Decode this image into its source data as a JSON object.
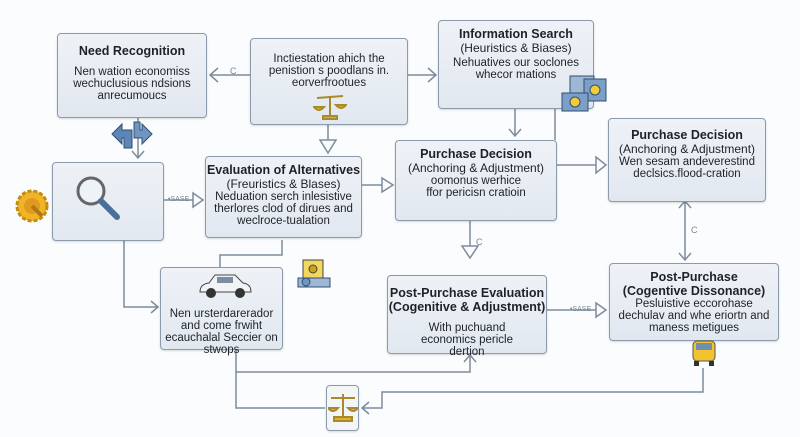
{
  "nodes": {
    "need_recognition": {
      "title": "Need Recognition",
      "body": "Nen wation economiss wechuclusious ndsions anrecumoucs"
    },
    "middle_top": {
      "body": "Inctiestation ahich the penistion s poodlans in. eorverfrootues"
    },
    "information_search": {
      "title": "Information Search",
      "subtitle": "(Heuristics & Biases)",
      "body": "Nehuatives our soclones whecor mations"
    },
    "evaluation": {
      "title": "Evaluation of Alternatives",
      "subtitle": "(Freuristics & Blases)",
      "body": "Neduation serch inlesistive therlores clod of dirues and weclroce-tualation"
    },
    "purchase_decision_center": {
      "title": "Purchase Decision",
      "subtitle": "(Anchoring & Adjustment)",
      "body": "oomonus werhice ffor pericisn cratioin"
    },
    "purchase_decision_right": {
      "title": "Purchase Decision",
      "subtitle": "(Anchoring & Adjustment)",
      "body": "Wen sesam andeverestind declsics.flood-cration"
    },
    "car_box": {
      "body": "Nen ursterdarerador and come frwiht ecauchalal Seccier on stwops"
    },
    "post_purchase_evaluation": {
      "title": "Post-Purchase Evaluation",
      "subtitle": "(Cogenitive & Adjustment)",
      "body": "With puchuand economics pericle dertion"
    },
    "post_purchase_right": {
      "title": "Post-Purchase",
      "subtitle": "(Cogentive Dissonance)",
      "body": "Pesluistive eccorohase dechulav and whe eriortn and maness metigues"
    }
  },
  "edge_labels": {
    "c1": "C",
    "c2": "C",
    "c3": "C",
    "sase1": "•SASE",
    "sase2": "•SASE"
  },
  "icons": [
    "scales-icon",
    "documents-icon",
    "arrows-icon",
    "gear-icon",
    "magnifier-icon",
    "car-icon",
    "id-card-icon",
    "yellow-car-icon",
    "scales-icon"
  ],
  "colors": {
    "box_fill": "#e6ebf2",
    "box_border": "#8c9bab",
    "line": "#7d8c9c",
    "accent_gold": "#e0b030",
    "accent_blue": "#5b86b5"
  }
}
